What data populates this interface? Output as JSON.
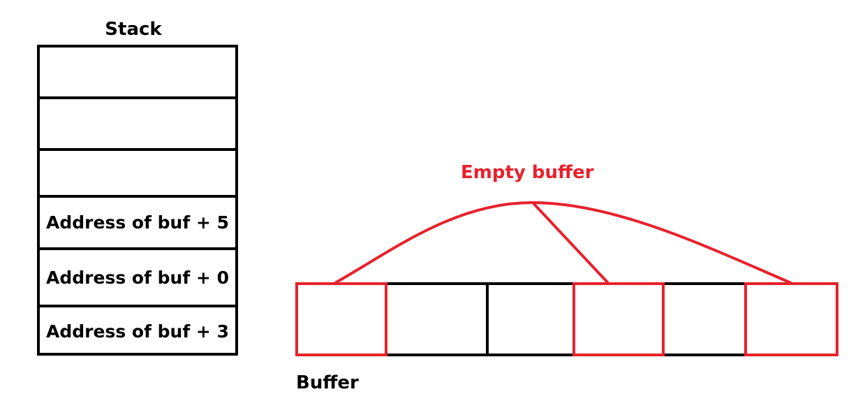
{
  "stack": {
    "title": "Stack",
    "cells": [
      {
        "label": ""
      },
      {
        "label": ""
      },
      {
        "label": ""
      },
      {
        "label": "Address of buf + 5"
      },
      {
        "label": "Address of buf + 0"
      },
      {
        "label": "Address of buf + 3"
      }
    ]
  },
  "buffer": {
    "label": "Buffer",
    "cell_count": 6,
    "empty_cells": [
      0,
      3,
      5
    ]
  },
  "annotation": {
    "label": "Empty buffer"
  },
  "colors": {
    "outline": "#000000",
    "highlight": "#e8212c"
  }
}
